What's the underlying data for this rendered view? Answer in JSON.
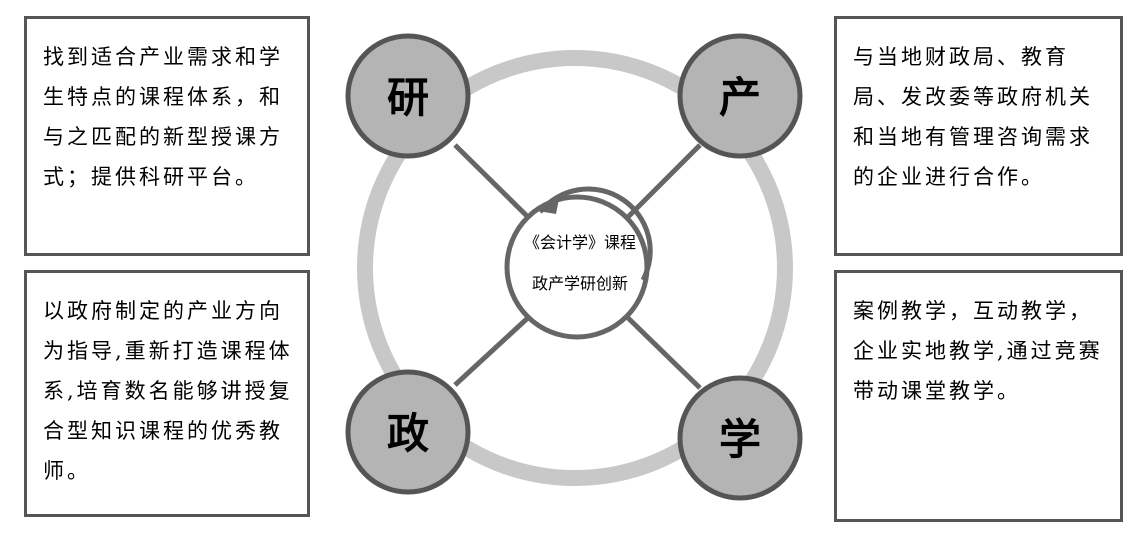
{
  "colors": {
    "ring": "#c8c8c8",
    "node_fill": "#b4b4b4",
    "node_stroke": "#555555",
    "connector": "#666666"
  },
  "nodes": {
    "research": "研",
    "industry": "产",
    "government": "政",
    "academy": "学"
  },
  "center": {
    "line1": "《会计学》课程",
    "line2": "政产学研创新"
  },
  "boxes": {
    "research": "找到适合产业需求和学生特点的课程体系，和与之匹配的新型授课方式；提供科研平台。",
    "government": "以政府制定的产业方向为指导,重新打造课程体系,培育数名能够讲授复合型知识课程的优秀教师。",
    "industry": "与当地财政局、教育局、发改委等政府机关和当地有管理咨询需求的企业进行合作。",
    "academy": "案例教学，互动教学，企业实地教学,通过竞赛带动课堂教学。"
  }
}
